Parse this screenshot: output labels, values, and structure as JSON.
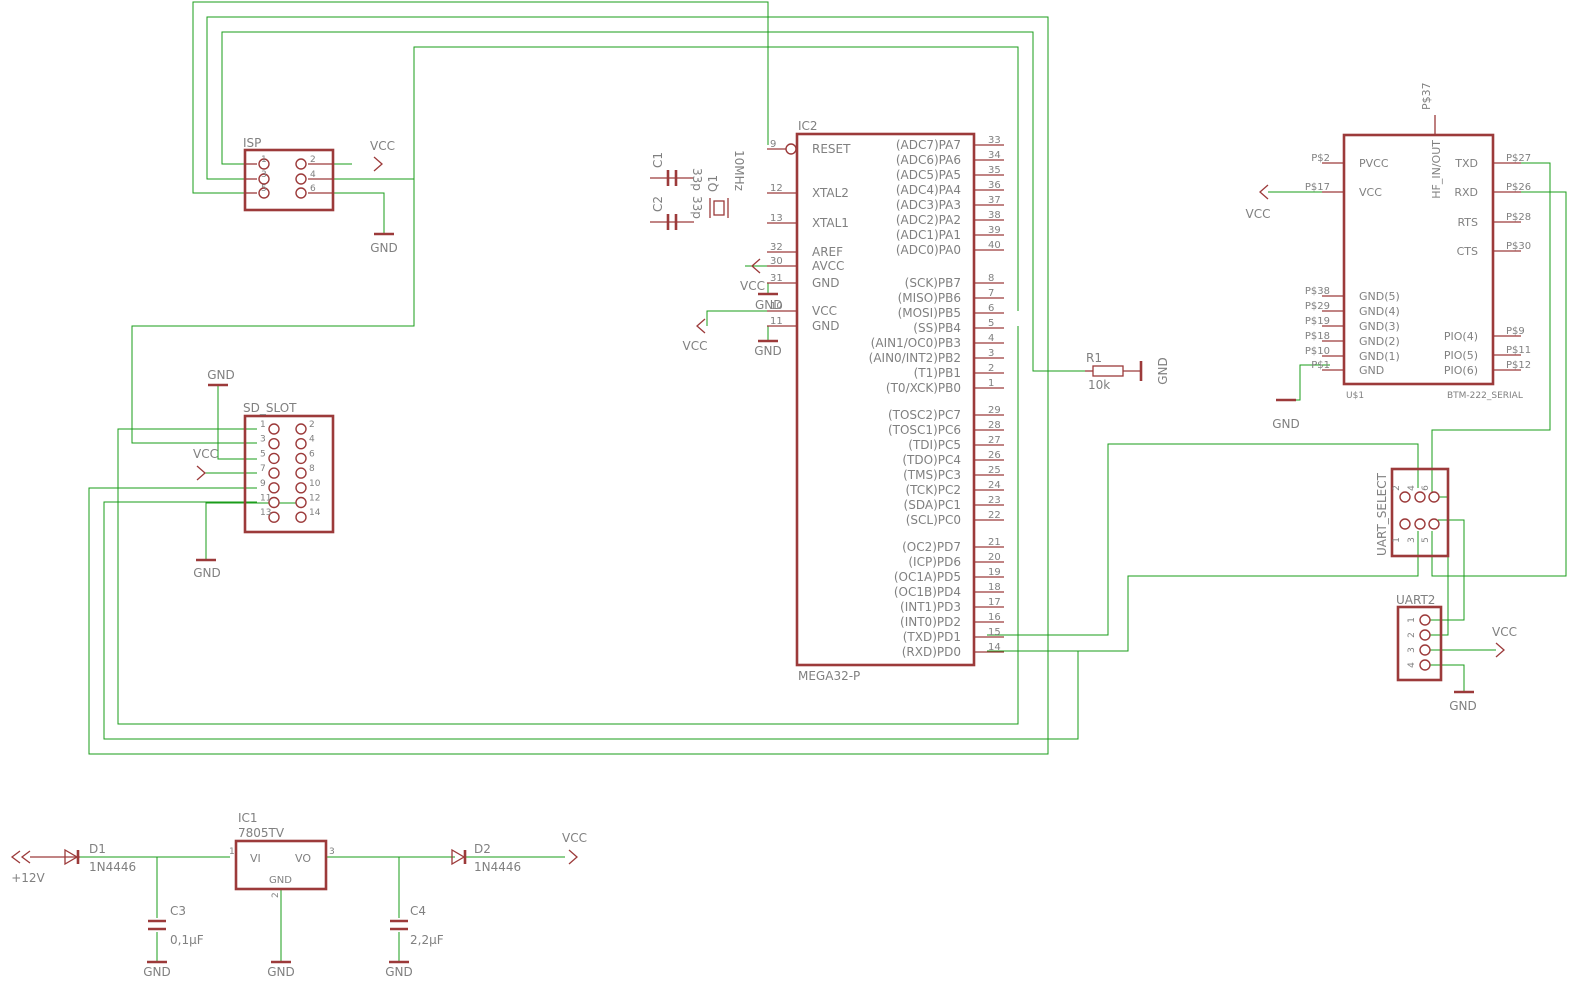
{
  "power": {
    "vcc": "VCC",
    "gnd": "GND",
    "v12": "+12V"
  },
  "isp": {
    "name": "ISP",
    "pins": [
      "1",
      "2",
      "3",
      "4",
      "5",
      "6"
    ]
  },
  "sd": {
    "name": "SD_SLOT",
    "pins": [
      "1",
      "2",
      "3",
      "4",
      "5",
      "6",
      "7",
      "8",
      "9",
      "10",
      "11",
      "12",
      "13",
      "14"
    ]
  },
  "mcu": {
    "name": "IC2",
    "value": "MEGA32-P",
    "left_pins": [
      {
        "num": "9",
        "label": "RESET"
      },
      {
        "num": "12",
        "label": "XTAL2"
      },
      {
        "num": "13",
        "label": "XTAL1"
      },
      {
        "num": "32",
        "label": "AREF"
      },
      {
        "num": "30",
        "label": "AVCC"
      },
      {
        "num": "31",
        "label": "GND"
      },
      {
        "num": "10",
        "label": "VCC"
      },
      {
        "num": "11",
        "label": "GND"
      }
    ],
    "right_pins": [
      {
        "num": "33",
        "label": "(ADC7)PA7"
      },
      {
        "num": "34",
        "label": "(ADC6)PA6"
      },
      {
        "num": "35",
        "label": "(ADC5)PA5"
      },
      {
        "num": "36",
        "label": "(ADC4)PA4"
      },
      {
        "num": "37",
        "label": "(ADC3)PA3"
      },
      {
        "num": "38",
        "label": "(ADC2)PA2"
      },
      {
        "num": "39",
        "label": "(ADC1)PA1"
      },
      {
        "num": "40",
        "label": "(ADC0)PA0"
      },
      {
        "num": "8",
        "label": "(SCK)PB7"
      },
      {
        "num": "7",
        "label": "(MISO)PB6"
      },
      {
        "num": "6",
        "label": "(MOSI)PB5"
      },
      {
        "num": "5",
        "label": "(SS)PB4"
      },
      {
        "num": "4",
        "label": "(AIN1/OC0)PB3"
      },
      {
        "num": "3",
        "label": "(AIN0/INT2)PB2"
      },
      {
        "num": "2",
        "label": "(T1)PB1"
      },
      {
        "num": "1",
        "label": "(T0/XCK)PB0"
      },
      {
        "num": "29",
        "label": "(TOSC2)PC7"
      },
      {
        "num": "28",
        "label": "(TOSC1)PC6"
      },
      {
        "num": "27",
        "label": "(TDI)PC5"
      },
      {
        "num": "26",
        "label": "(TDO)PC4"
      },
      {
        "num": "25",
        "label": "(TMS)PC3"
      },
      {
        "num": "24",
        "label": "(TCK)PC2"
      },
      {
        "num": "23",
        "label": "(SDA)PC1"
      },
      {
        "num": "22",
        "label": "(SCL)PC0"
      },
      {
        "num": "21",
        "label": "(OC2)PD7"
      },
      {
        "num": "20",
        "label": "(ICP)PD6"
      },
      {
        "num": "19",
        "label": "(OC1A)PD5"
      },
      {
        "num": "18",
        "label": "(OC1B)PD4"
      },
      {
        "num": "17",
        "label": "(INT1)PD3"
      },
      {
        "num": "16",
        "label": "(INT0)PD2"
      },
      {
        "num": "15",
        "label": "(TXD)PD1"
      },
      {
        "num": "14",
        "label": "(RXD)PD0"
      }
    ]
  },
  "crystal": {
    "c1": "C1",
    "c1v": "33p",
    "c2": "C2",
    "c2v": "33p",
    "q1": "Q1",
    "q1v": "10MHz"
  },
  "r1": {
    "name": "R1",
    "value": "10k"
  },
  "bt": {
    "name": "U$1",
    "value": "BTM-222_SERIAL",
    "top_pin": "P$37",
    "top_label": "HF_IN/OUT",
    "left_pins": [
      {
        "pad": "P$2",
        "label": "PVCC"
      },
      {
        "pad": "P$17",
        "label": "VCC"
      },
      {
        "pad": "P$38",
        "label": "GND(5)"
      },
      {
        "pad": "P$29",
        "label": "GND(4)"
      },
      {
        "pad": "P$19",
        "label": "GND(3)"
      },
      {
        "pad": "P$18",
        "label": "GND(2)"
      },
      {
        "pad": "P$10",
        "label": "GND(1)"
      },
      {
        "pad": "P$1",
        "label": "GND"
      }
    ],
    "right_pins": [
      {
        "pad": "P$27",
        "label": "TXD"
      },
      {
        "pad": "P$26",
        "label": "RXD"
      },
      {
        "pad": "P$28",
        "label": "RTS"
      },
      {
        "pad": "P$30",
        "label": "CTS"
      },
      {
        "pad": "P$9",
        "label": "PIO(4)"
      },
      {
        "pad": "P$11",
        "label": "PIO(5)"
      },
      {
        "pad": "P$12",
        "label": "PIO(6)"
      }
    ]
  },
  "uart_select": {
    "name": "UART_SELECT",
    "pins": [
      "2",
      "4",
      "6",
      "1",
      "3",
      "5"
    ]
  },
  "uart2": {
    "name": "UART2",
    "pins": [
      "1",
      "2",
      "3",
      "4"
    ]
  },
  "regulator": {
    "name": "IC1",
    "value": "7805TV",
    "vi": "VI",
    "vo": "VO",
    "gnd": "GND",
    "pin1": "1",
    "pin2": "2",
    "pin3": "3"
  },
  "d1": {
    "name": "D1",
    "value": "1N4446"
  },
  "d2": {
    "name": "D2",
    "value": "1N4446"
  },
  "c3": {
    "name": "C3",
    "value": "0,1µF"
  },
  "c4": {
    "name": "C4",
    "value": "2,2µF"
  },
  "colors": {
    "wire": "#1a9c1a",
    "symbol": "#9c3a3a",
    "label": "#808080",
    "background": "#ffffff"
  }
}
